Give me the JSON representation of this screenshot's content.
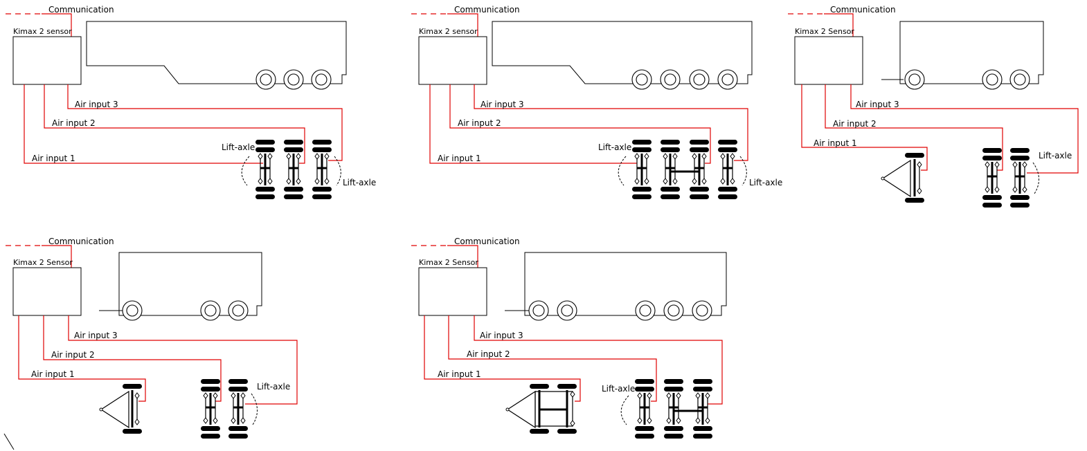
{
  "colors": {
    "air_line": "#e00000",
    "outline": "#000000",
    "background": "#ffffff"
  },
  "configs": [
    {
      "id": "semi-3-axle",
      "comm_label": "Communication",
      "sensor_label": "Kimax 2 sensor",
      "air_labels": [
        "Air input 1",
        "Air input 2",
        "Air input 3"
      ],
      "lift_labels": [
        "Lift-axle",
        "Lift-axle"
      ]
    },
    {
      "id": "semi-4-axle",
      "comm_label": "Communication",
      "sensor_label": "Kimax 2 sensor",
      "air_labels": [
        "Air input 1",
        "Air input 2",
        "Air input 3"
      ],
      "lift_labels": [
        "Lift-axle",
        "Lift-axle"
      ]
    },
    {
      "id": "trailer-1-2-axle",
      "comm_label": "Communication",
      "sensor_label": "Kimax 2 Sensor",
      "air_labels": [
        "Air input 1",
        "Air input 2",
        "Air input 3"
      ],
      "lift_labels": [
        "Lift-axle"
      ]
    },
    {
      "id": "trailer-1-2-axle-b",
      "comm_label": "Communication",
      "sensor_label": "Kimax 2 Sensor",
      "air_labels": [
        "Air input 1",
        "Air input 2",
        "Air input 3"
      ],
      "lift_labels": [
        "Lift-axle"
      ]
    },
    {
      "id": "trailer-2-3-axle",
      "comm_label": "Communication",
      "sensor_label": "Kimax 2 Sensor",
      "air_labels": [
        "Air input 1",
        "Air input 2",
        "Air input 3"
      ],
      "lift_labels": [
        "Lift-axle"
      ]
    }
  ]
}
